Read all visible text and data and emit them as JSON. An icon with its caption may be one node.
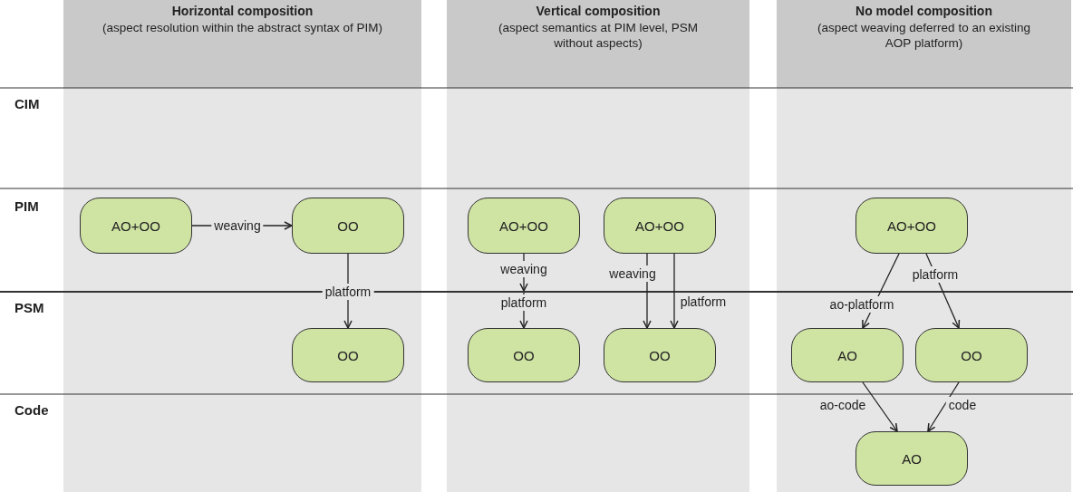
{
  "diagram": {
    "nodes": [
      {
        "text": [
          "Horizontal composition",
          "(aspect resolution within the abstract syntax of PIM)"
        ]
      },
      {
        "text": [
          "AO+OO"
        ],
        "in": 0
      },
      {
        "text": [
          "OO"
        ],
        "in": 0
      },
      {
        "text": [
          "OO"
        ],
        "in": 0
      },
      {
        "text": [
          "Vertical composition",
          "(aspect semantics at PIM level, PSM without aspects)"
        ]
      },
      {
        "text": [
          "AO+OO"
        ],
        "in": 4
      },
      {
        "text": [
          "AO+OO"
        ],
        "in": 4
      },
      {
        "text": [
          "OO"
        ],
        "in": 4
      },
      {
        "text": [
          "OO"
        ],
        "in": 4
      },
      {
        "text": [
          "No model composition",
          "(aspect weaving deferred to an existing AOP platform)"
        ]
      },
      {
        "text": [
          "AO+OO"
        ],
        "in": 9
      },
      {
        "text": [
          "AO"
        ],
        "in": 9
      },
      {
        "text": [
          "OO"
        ],
        "in": 9
      },
      {
        "text": [
          "AO"
        ],
        "in": 9
      }
    ],
    "edges": [
      {
        "from": 1,
        "to": 2,
        "arrow": "to",
        "label": "weaving"
      },
      {
        "from": 2,
        "to": 3,
        "arrow": "to",
        "label": "platform"
      },
      {
        "from": 5,
        "to": null,
        "arrow": "to",
        "label": "weaving"
      },
      {
        "from": null,
        "to": 7,
        "arrow": "to",
        "label": "platform"
      },
      {
        "from": 6,
        "to": 8,
        "arrow": "to",
        "label": "weaving"
      },
      {
        "from": 6,
        "to": 8,
        "arrow": "to",
        "label": "platform"
      },
      {
        "from": 10,
        "to": 11,
        "arrow": "to",
        "label": "ao-platform"
      },
      {
        "from": 10,
        "to": 12,
        "arrow": "to",
        "label": "platform"
      },
      {
        "from": 11,
        "to": 13,
        "arrow": "to",
        "label": "ao-code"
      },
      {
        "from": 12,
        "to": 13,
        "arrow": "to",
        "label": "code"
      }
    ],
    "labels": [
      "CIM",
      "PIM",
      "PSM",
      "Code"
    ]
  }
}
